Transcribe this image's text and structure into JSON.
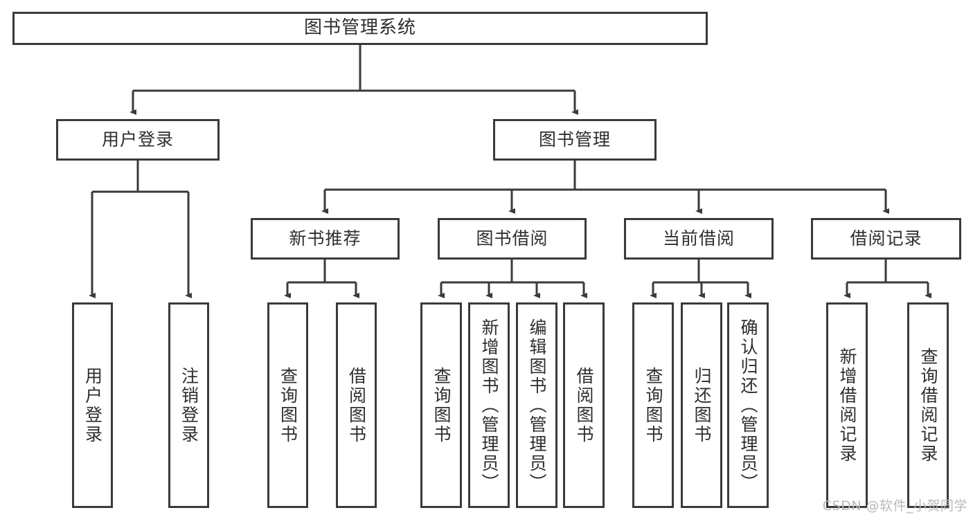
{
  "diagram": {
    "title": "图书管理系统",
    "type": "tree",
    "watermark": "CSDN @软件_小贺同学",
    "colors": {
      "box_border": "#3a3a3a",
      "box_fill": "#ffffff",
      "text": "#2e2e2e",
      "connector": "#3a3a3a",
      "watermark": "#b9b9b9",
      "background": "#ffffff"
    },
    "root": {
      "label": "图书管理系统"
    },
    "level1": [
      {
        "label": "用户登录"
      },
      {
        "label": "图书管理"
      }
    ],
    "level2": [
      {
        "label": "新书推荐"
      },
      {
        "label": "图书借阅"
      },
      {
        "label": "当前借阅"
      },
      {
        "label": "借阅记录"
      }
    ],
    "leaves": {
      "user_login": [
        {
          "label": "用户登录"
        },
        {
          "label": "注销登录"
        }
      ],
      "new_book_recommend": [
        {
          "label": "查询图书"
        },
        {
          "label": "借阅图书"
        }
      ],
      "book_borrow": [
        {
          "label": "查询图书"
        },
        {
          "label": "新增图书（管理员）"
        },
        {
          "label": "编辑图书（管理员）"
        },
        {
          "label": "借阅图书"
        }
      ],
      "current_borrow": [
        {
          "label": "查询图书"
        },
        {
          "label": "归还图书"
        },
        {
          "label": "确认归还（管理员）"
        }
      ],
      "borrow_records": [
        {
          "label": "新增借阅记录"
        },
        {
          "label": "查询借阅记录"
        }
      ]
    }
  }
}
